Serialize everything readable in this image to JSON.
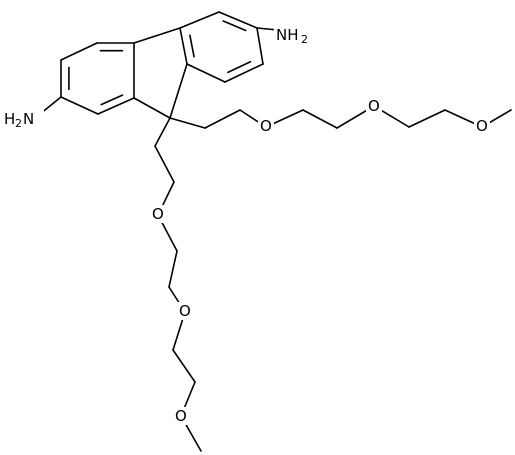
{
  "molecule": {
    "labels": {
      "amine_right": {
        "main": "NH",
        "sub": "2"
      },
      "amine_left": {
        "main": "H",
        "sub": "2",
        "tail": "N"
      },
      "oxygen": "O"
    },
    "colors": {
      "bond": "#000000",
      "text": "#000000",
      "background": "#ffffff"
    }
  }
}
